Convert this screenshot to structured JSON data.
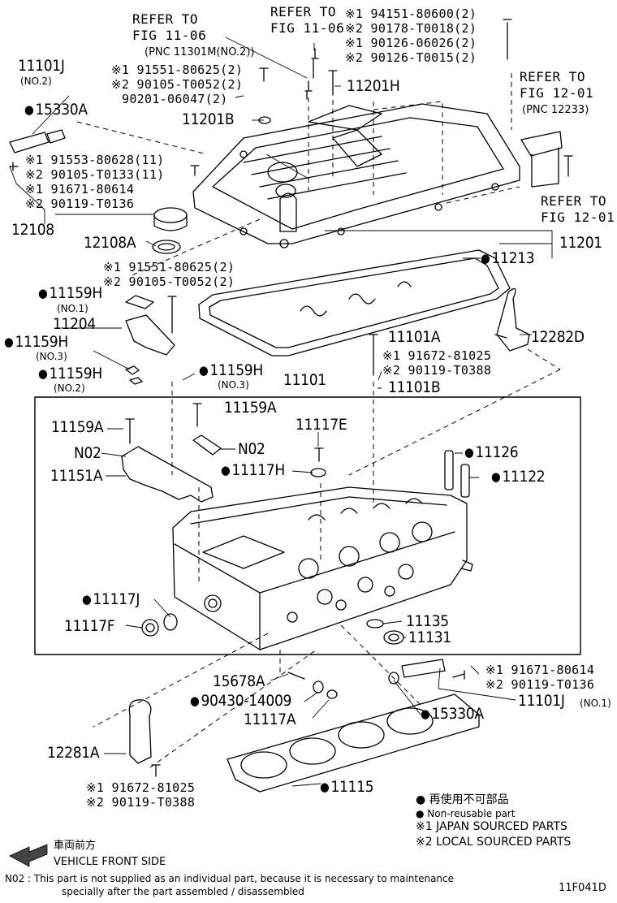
{
  "diagram_id": "11F041D",
  "labels": {
    "refer_1106_a_l1": "REFER TO",
    "refer_1106_a_l2": "FIG 11-06",
    "refer_1106_a_pnc": "(PNC 11301M(NO.2))",
    "refer_1106_b_l1": "REFER TO",
    "refer_1106_b_l2": "FIG 11-06",
    "bolt_top_1": "※1 94151-80600(2)",
    "bolt_top_2": "※2 90178-T0018(2)",
    "bolt_top_3": "※1 90126-06026(2)",
    "bolt_top_4": "※2 90126-T0015(2)",
    "refer_1201_top_l1": "REFER TO",
    "refer_1201_top_l2": "FIG 12-01",
    "refer_1201_top_pnc": "(PNC 12233)",
    "refer_1201_bot_l1": "REFER TO",
    "refer_1201_bot_l2": "FIG 12-01",
    "p11101J_top": "11101J",
    "p11101J_top_sub": "(NO.2)",
    "p15330A_top": "15330A",
    "bolt_tl_1": "※1 91551-80625(2)",
    "bolt_tl_2": "※2 90105-T0052(2)",
    "bolt_tl_3": "90201-06047(2)",
    "p11201H": "11201H",
    "p11201B": "11201B",
    "bolt_l_1": "※1 91553-80628(11)",
    "bolt_l_2": "※2 90105-T0133(11)",
    "bolt_l_3": "※1 91671-80614",
    "bolt_l_4": "※2 90119-T0136",
    "p12108": "12108",
    "p12108A": "12108A",
    "p11201": "11201",
    "p11213": "11213",
    "bolt_m_1": "※1 91551-80625(2)",
    "bolt_m_2": "※2 90105-T0052(2)",
    "p11159H_no1": "11159H",
    "p11159H_no1_sub": "(NO.1)",
    "p11204": "11204",
    "p11159H_no3_left": "11159H",
    "p11159H_no3_left_sub": "(NO.3)",
    "p11159H_no2": "11159H",
    "p11159H_no2_sub": "(NO.2)",
    "p11159H_no3_mid": "11159H",
    "p11159H_no3_mid_sub": "(NO.3)",
    "p11101A": "11101A",
    "bolt_r_1": "※1 91672-81025",
    "bolt_r_2": "※2 90119-T0388",
    "p11101B": "11101B",
    "p12282D": "12282D",
    "p11101": "11101",
    "p11159A_left": "11159A",
    "p11159A_mid": "11159A",
    "n02_left": "N02",
    "n02_mid": "N02",
    "p11151A": "11151A",
    "p11117E": "11117E",
    "p11117H": "11117H",
    "p11126": "11126",
    "p11122": "11122",
    "p11117J": "11117J",
    "p11117F": "11117F",
    "p11135": "11135",
    "p11131": "11131",
    "p15678A": "15678A",
    "p90430": "90430-14009",
    "p11117A": "11117A",
    "bolt_br_1": "※1 91671-80614",
    "bolt_br_2": "※2 90119-T0136",
    "p15330A_bot": "15330A",
    "p11101J_bot": "11101J",
    "p11101J_bot_sub": "(NO.1)",
    "p12281A": "12281A",
    "bolt_bl_1": "※1 91672-81025",
    "bolt_bl_2": "※2 90119-T0388",
    "p11115": "11115"
  },
  "legend": {
    "nonreuse_jp": "● 再使用不可部品",
    "nonreuse_en": "● Non-reusable part",
    "japan": "※1 JAPAN SOURCED PARTS",
    "local": "※2 LOCAL SOURCED PARTS"
  },
  "direction": {
    "jp": "車両前方",
    "en": "VEHICLE FRONT SIDE"
  },
  "footnote": {
    "line1": "N02 : This part is not supplied as an individual part, because it is necessary to maintenance",
    "line2": "specially after the part assembled / disassembled"
  }
}
